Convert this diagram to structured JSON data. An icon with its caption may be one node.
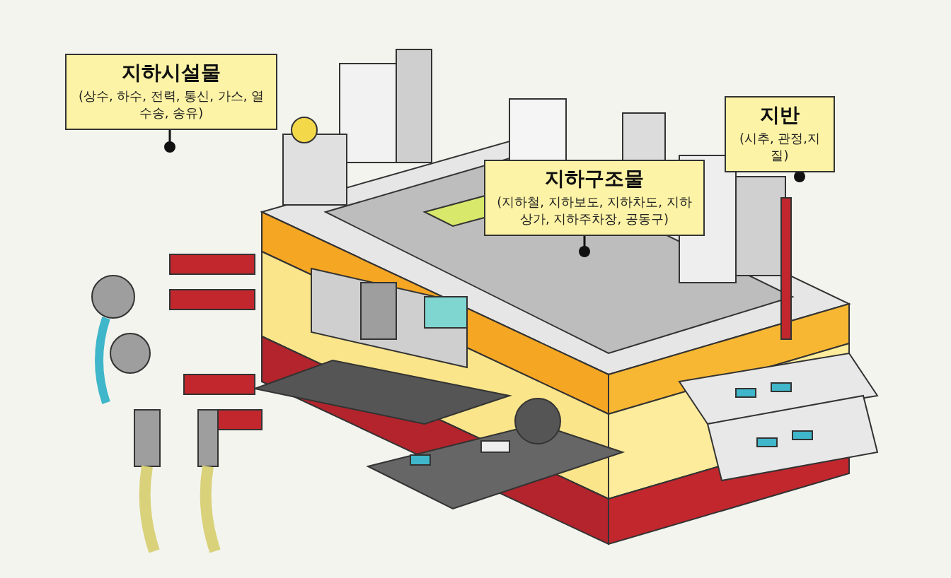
{
  "diagram": {
    "nodes": [
      {
        "text": [
          "지하시설물",
          "(상수, 하수, 전력, 통신, 가스, 열수송, 송유)"
        ]
      },
      {
        "text": [
          "지하구조물",
          "(지하철, 지하보도, 지하차도, 지하상가, 지하주차장, 공동구)"
        ]
      },
      {
        "text": [
          "지반",
          "(시추, 관정,지질)"
        ]
      }
    ],
    "edges": [
      {
        "from": 0,
        "to": null,
        "arrow": "other"
      },
      {
        "from": 1,
        "to": null,
        "arrow": "other"
      },
      {
        "from": 2,
        "to": null,
        "arrow": "other"
      }
    ]
  }
}
